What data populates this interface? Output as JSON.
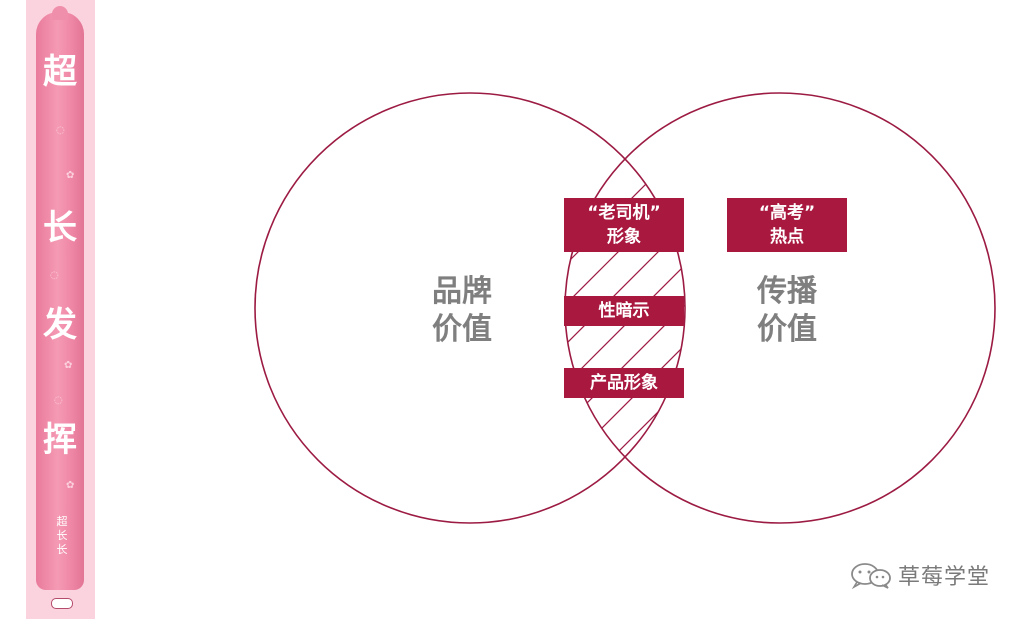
{
  "poster": {
    "headline_chars": [
      "超",
      "长",
      "发",
      "挥"
    ],
    "small_text": [
      "超",
      "长",
      "长"
    ]
  },
  "venn": {
    "left_label": [
      "品牌",
      "价值"
    ],
    "right_label": [
      "传播",
      "价值"
    ],
    "tags": {
      "driver_line1": "“老司机”",
      "driver_line2": "形象",
      "hint": "性暗示",
      "product": "产品形象",
      "exam_line1": "“高考”",
      "exam_line2": "热点"
    },
    "colors": {
      "circle": "#9c1b43",
      "tag": "#a8183f",
      "label": "#7f7f7f"
    }
  },
  "watermark": {
    "text": "草莓学堂",
    "icon": "wechat-icon"
  }
}
